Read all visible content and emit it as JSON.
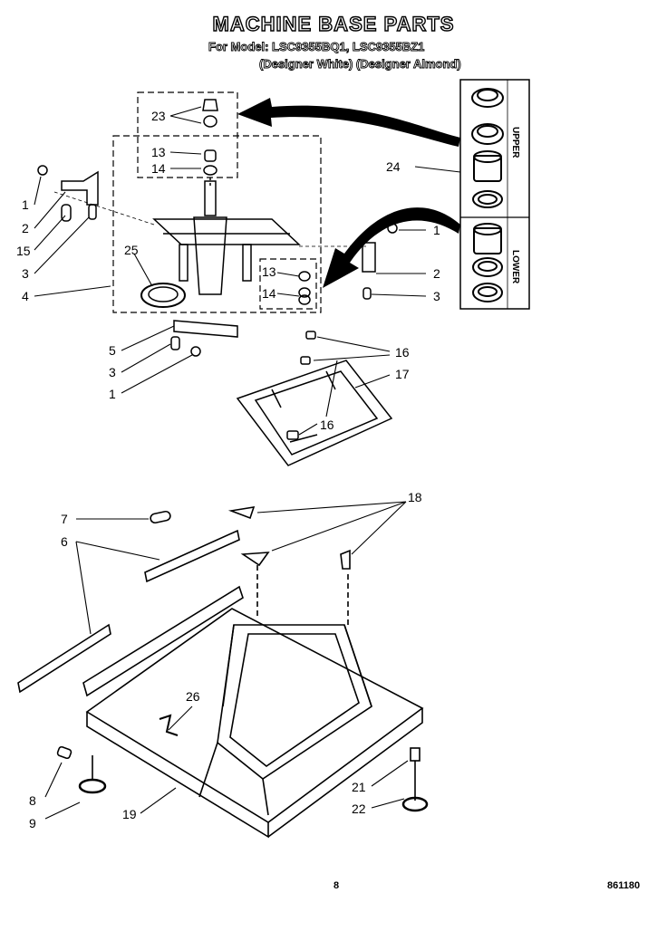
{
  "header": {
    "title": "MACHINE BASE PARTS",
    "model_line": "For Model: LSC9355BQ1, LSC9355BZ1",
    "variant_line": "(Designer White) (Designer Almond)"
  },
  "callouts": {
    "c23": "23",
    "c13a": "13",
    "c14a": "14",
    "c1a": "1",
    "c2a": "2",
    "c15": "15",
    "c3a": "3",
    "c4": "4",
    "c25": "25",
    "c24": "24",
    "c1b": "1",
    "c2b": "2",
    "c3b": "3",
    "c13b": "13",
    "c14b": "14",
    "c5": "5",
    "c3c": "3",
    "c1c": "1",
    "c16a": "16",
    "c17": "17",
    "c16b": "16",
    "c7": "7",
    "c6": "6",
    "c18": "18",
    "c26": "26",
    "c8": "8",
    "c9": "9",
    "c19": "19",
    "c21": "21",
    "c22": "22"
  },
  "inset_labels": {
    "upper": "UPPER",
    "lower": "LOWER"
  },
  "footer": {
    "page": "8",
    "code": "861180"
  }
}
